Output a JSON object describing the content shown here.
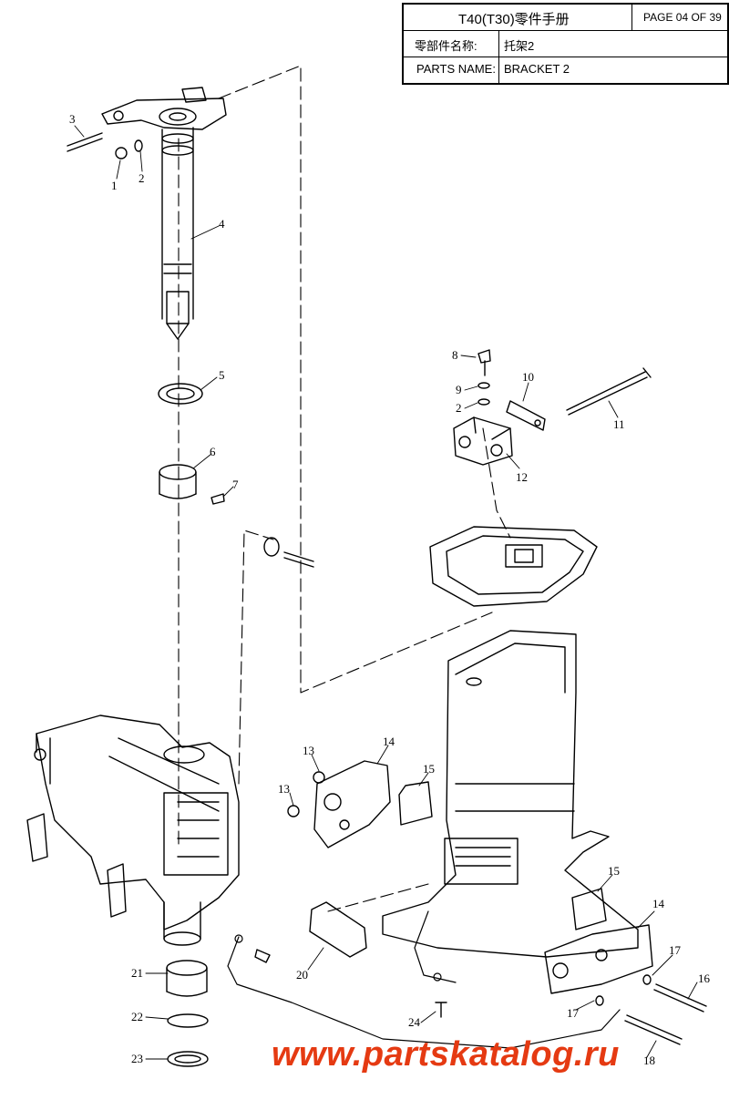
{
  "title_block": {
    "manual_title": "T40(T30)零件手册",
    "page": "PAGE 04 OF 39",
    "name_cn_label": "零部件名称:",
    "name_cn_value": "托架2",
    "name_en_label": "PARTS NAME:",
    "name_en_value": "BRACKET 2"
  },
  "callouts": [
    "1",
    "2",
    "3",
    "4",
    "5",
    "6",
    "7",
    "8",
    "9",
    "2",
    "10",
    "11",
    "12",
    "13",
    "14",
    "13",
    "15",
    "20",
    "15",
    "14",
    "17",
    "16",
    "17",
    "18",
    "21",
    "22",
    "23",
    "24"
  ],
  "watermark": "www.partskatalog.ru",
  "colors": {
    "line": "#000000",
    "watermark": "#e53a12"
  }
}
